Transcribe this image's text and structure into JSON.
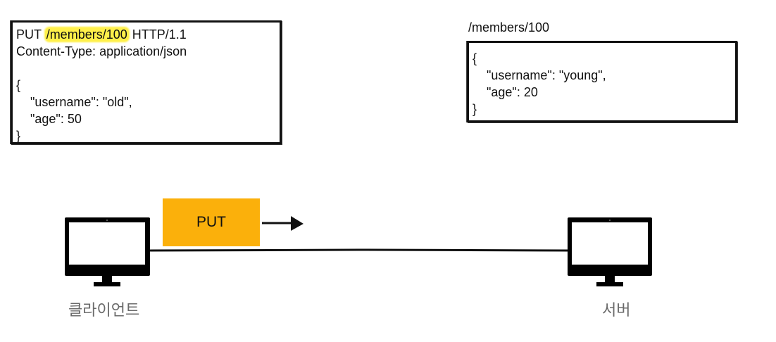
{
  "request": {
    "lines": [
      {
        "prefix": "PUT ",
        "highlight": "/members/100",
        "suffix": " HTTP/1.1"
      },
      {
        "text": "Content-Type: application/json"
      },
      {
        "text": ""
      },
      {
        "text": "{"
      },
      {
        "text": "    \"username\": \"old\","
      },
      {
        "text": "    \"age\": 50"
      },
      {
        "text": "}"
      }
    ]
  },
  "resource": {
    "title": "/members/100",
    "lines": [
      "{",
      "    \"username\": \"young\",",
      "    \"age\": 20",
      "}"
    ]
  },
  "transfer": {
    "method": "PUT"
  },
  "nodes": {
    "client_label": "클라이언트",
    "server_label": "서버"
  },
  "colors": {
    "method_box": "#fbb00b",
    "highlight": "#fff04a",
    "monitor": "#000000",
    "label": "#6a6a6a"
  },
  "icons": {
    "client": "monitor-icon",
    "server": "monitor-icon",
    "arrow": "right-arrow-icon"
  }
}
